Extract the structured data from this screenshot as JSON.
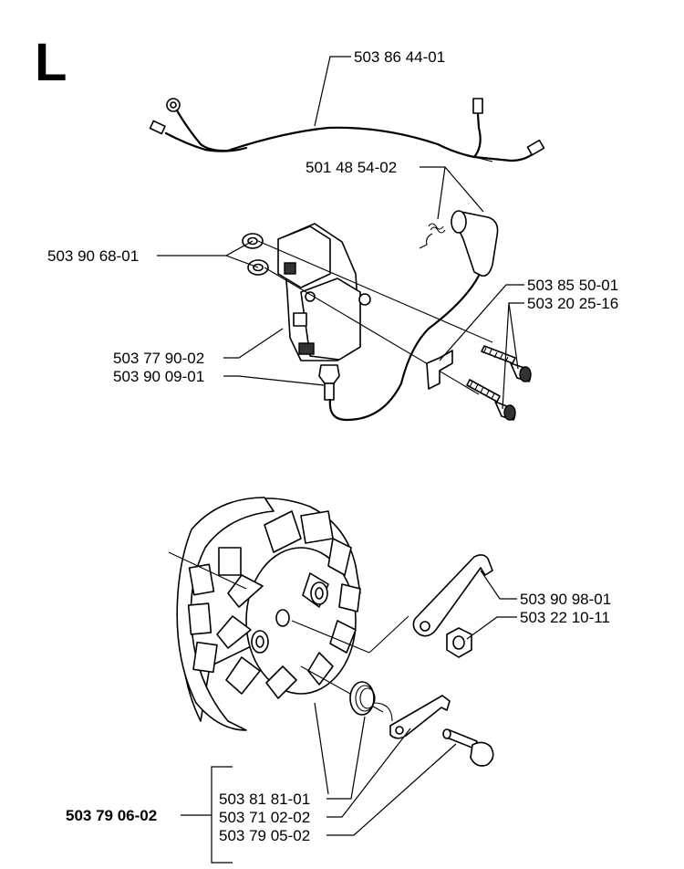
{
  "section_letter": "L",
  "labels": {
    "wire_harness": "503 86 44-01",
    "spark_plug_cap": "501 48 54-02",
    "washer": "503 90 68-01",
    "bracket": "503 85 50-01",
    "screws": "503 20 25-16",
    "ignition_module": "503 77 90-02",
    "plug_lead": "503 90 09-01",
    "pawl_arm": "503 90 98-01",
    "nut": "503 22 10-11",
    "kit_number": "503 79 06-02",
    "spring": "503 81 81-01",
    "pawl": "503 71 02-02",
    "pin": "503 79 05-02"
  }
}
